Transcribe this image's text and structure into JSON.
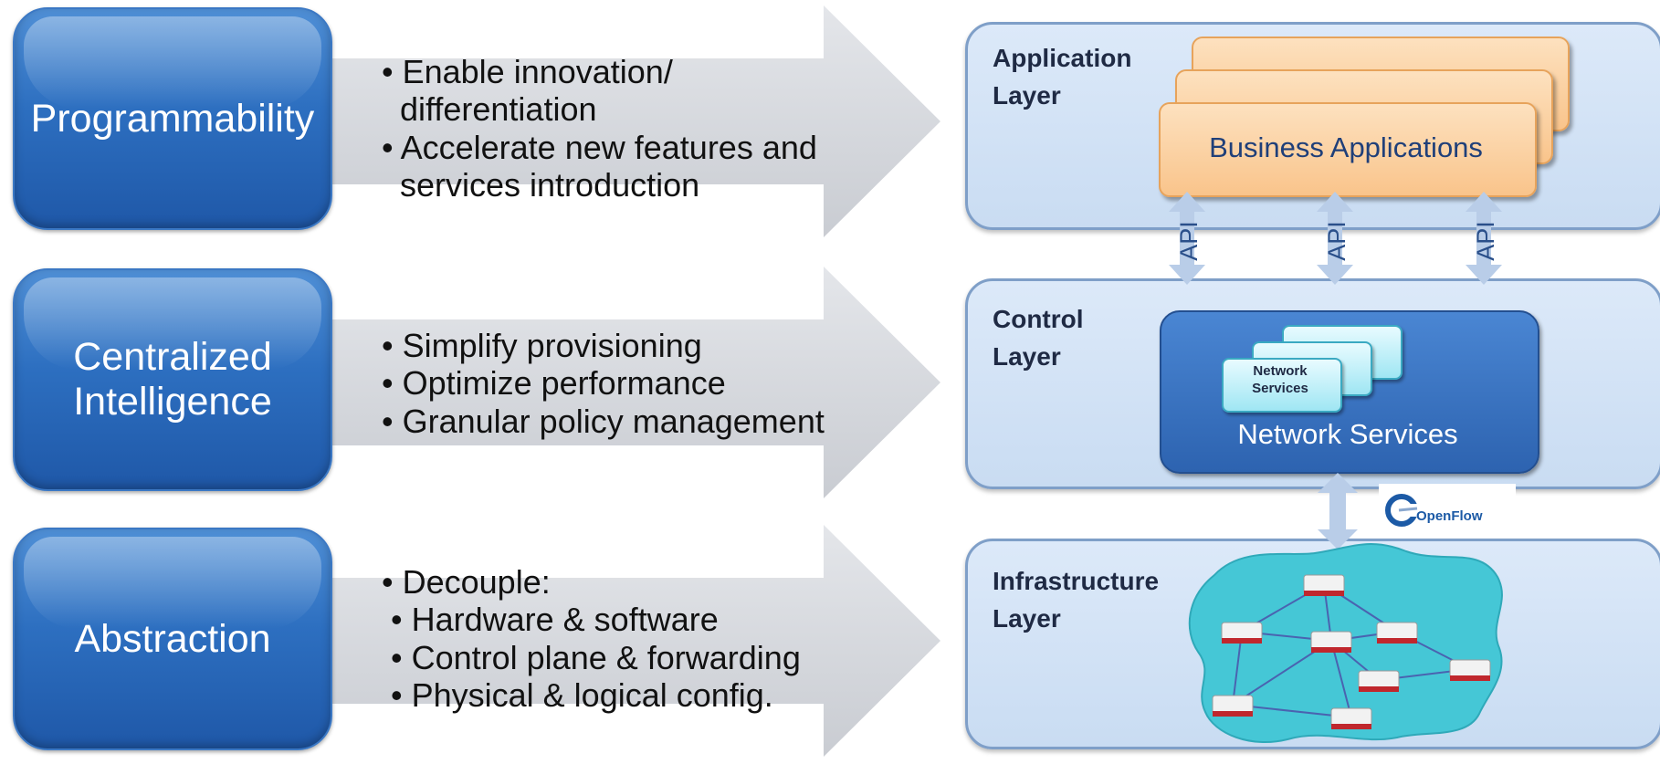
{
  "pillars": [
    {
      "title": "Programmability",
      "bullets": [
        "• Enable innovation/",
        "  differentiation",
        "• Accelerate new features and",
        "  services introduction"
      ]
    },
    {
      "title": "Centralized\nIntelligence",
      "bullets": [
        "• Simplify provisioning",
        "• Optimize performance",
        "• Granular policy management"
      ]
    },
    {
      "title": "Abstraction",
      "bullets": [
        "• Decouple:",
        " • Hardware & software",
        " • Control plane & forwarding",
        " • Physical & logical config."
      ]
    }
  ],
  "layers": {
    "application": {
      "title": "Application\nLayer",
      "card_label": "Business Applications"
    },
    "control": {
      "title": "Control\nLayer",
      "small_card_label": "Network\nServices",
      "box_label": "Network Services"
    },
    "infrastructure": {
      "title": "Infrastructure\nLayer"
    }
  },
  "api_labels": [
    "API",
    "API",
    "API"
  ],
  "openflow": {
    "label": "OpenFlow",
    "icon": "openflow-logo-icon"
  },
  "colors": {
    "pillar_blue": "#2d6fc0",
    "arrow_gray": "#d4d7dc",
    "layer_fill": "#d6e5f7",
    "layer_border": "#7f9fc8",
    "business_orange": "#f9c48b",
    "network_blue": "#3a74c2",
    "network_card_cyan": "#9fe6f3",
    "cloud_teal": "#45c7d6",
    "router_red": "#c0272d",
    "api_arrow": "#b9cde8"
  }
}
